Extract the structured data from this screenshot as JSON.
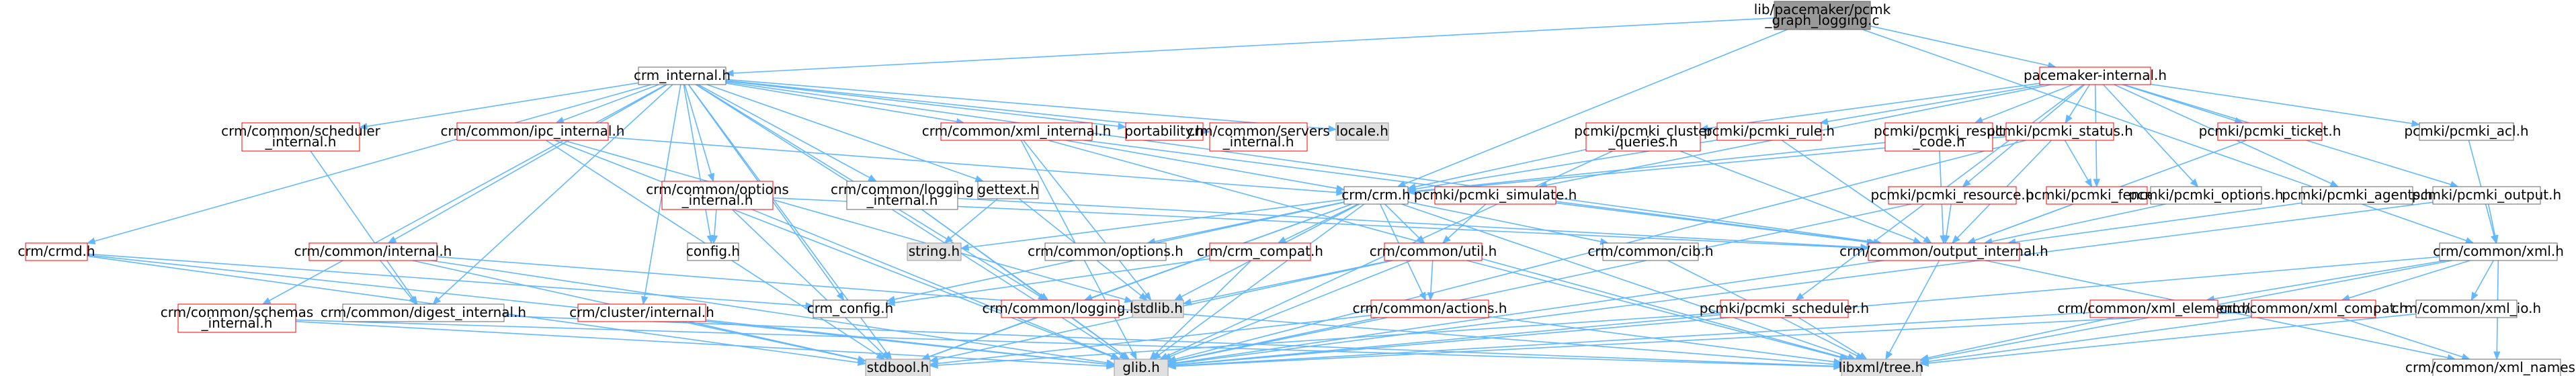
{
  "diagram": {
    "title": "lib/pacemaker/pcmk_graph_logging.c",
    "style": {
      "root_fill": "#999999",
      "root_stroke": "#666666",
      "linked_fill": "#ffffff",
      "linked_stroke": "#ff0000",
      "external_fill": "#e0e0e0",
      "external_stroke": "#999999",
      "plain_fill": "#ffffff",
      "plain_stroke": "#666666",
      "edge_color": "#63b8ff"
    },
    "nodes": [
      {
        "id": "root",
        "kind": "root",
        "lines": [
          "lib/pacemaker/pcmk",
          "_graph_logging.c"
        ]
      },
      {
        "id": "crm_internal",
        "kind": "plain",
        "lines": [
          "crm_internal.h"
        ]
      },
      {
        "id": "pacemaker_internal",
        "kind": "linked",
        "lines": [
          "pacemaker-internal.h"
        ]
      },
      {
        "id": "crm_h",
        "kind": "plain",
        "lines": [
          "crm/crm.h"
        ]
      },
      {
        "id": "common_xml",
        "kind": "plain",
        "lines": [
          "crm/common/xml.h"
        ]
      },
      {
        "id": "ipc_internal",
        "kind": "linked",
        "lines": [
          "crm/common/ipc_internal.h"
        ]
      },
      {
        "id": "scheduler_internal",
        "kind": "linked",
        "lines": [
          "crm/common/scheduler",
          "_internal.h"
        ]
      },
      {
        "id": "options_internal",
        "kind": "linked",
        "lines": [
          "crm/common/options",
          "_internal.h"
        ]
      },
      {
        "id": "logging_internal",
        "kind": "plain",
        "lines": [
          "crm/common/logging",
          "_internal.h"
        ]
      },
      {
        "id": "gettext",
        "kind": "plain",
        "lines": [
          "gettext.h"
        ]
      },
      {
        "id": "xml_internal",
        "kind": "linked",
        "lines": [
          "crm/common/xml_internal.h"
        ]
      },
      {
        "id": "portability",
        "kind": "linked",
        "lines": [
          "portability.h"
        ]
      },
      {
        "id": "servers_internal",
        "kind": "linked",
        "lines": [
          "crm/common/servers",
          "_internal.h"
        ]
      },
      {
        "id": "locale",
        "kind": "external",
        "lines": [
          "locale.h"
        ]
      },
      {
        "id": "crmd",
        "kind": "linked",
        "lines": [
          "crm/crmd.h"
        ]
      },
      {
        "id": "schemas_internal",
        "kind": "linked",
        "lines": [
          "crm/common/schemas",
          "_internal.h"
        ]
      },
      {
        "id": "common_internal",
        "kind": "linked",
        "lines": [
          "crm/common/internal.h"
        ]
      },
      {
        "id": "digest_internal",
        "kind": "plain",
        "lines": [
          "crm/common/digest_internal.h"
        ]
      },
      {
        "id": "cluster_internal",
        "kind": "linked",
        "lines": [
          "crm/cluster/internal.h"
        ]
      },
      {
        "id": "config",
        "kind": "plain",
        "lines": [
          "config.h"
        ]
      },
      {
        "id": "crm_config",
        "kind": "plain",
        "lines": [
          "crm_config.h"
        ]
      },
      {
        "id": "string",
        "kind": "external",
        "lines": [
          "string.h"
        ]
      },
      {
        "id": "common_options",
        "kind": "plain",
        "lines": [
          "crm/common/options.h"
        ]
      },
      {
        "id": "crm_compat",
        "kind": "linked",
        "lines": [
          "crm/crm_compat.h"
        ]
      },
      {
        "id": "common_util",
        "kind": "linked",
        "lines": [
          "crm/common/util.h"
        ]
      },
      {
        "id": "common_cib",
        "kind": "plain",
        "lines": [
          "crm/common/cib.h"
        ]
      },
      {
        "id": "common_logging",
        "kind": "linked",
        "lines": [
          "crm/common/logging.h"
        ]
      },
      {
        "id": "common_actions",
        "kind": "linked",
        "lines": [
          "crm/common/actions.h"
        ]
      },
      {
        "id": "stdlib",
        "kind": "external",
        "lines": [
          "stdlib.h"
        ]
      },
      {
        "id": "stdbool",
        "kind": "external",
        "lines": [
          "stdbool.h"
        ]
      },
      {
        "id": "glib",
        "kind": "external",
        "lines": [
          "glib.h"
        ]
      },
      {
        "id": "libxml_tree",
        "kind": "external",
        "lines": [
          "libxml/tree.h"
        ]
      },
      {
        "id": "pcmki_cluster_queries",
        "kind": "linked",
        "lines": [
          "pcmki/pcmki_cluster",
          "_queries.h"
        ]
      },
      {
        "id": "pcmki_rule",
        "kind": "linked",
        "lines": [
          "pcmki/pcmki_rule.h"
        ]
      },
      {
        "id": "pcmki_result_code",
        "kind": "linked",
        "lines": [
          "pcmki/pcmki_result",
          "_code.h"
        ]
      },
      {
        "id": "pcmki_status",
        "kind": "linked",
        "lines": [
          "pcmki/pcmki_status.h"
        ]
      },
      {
        "id": "pcmki_ticket",
        "kind": "linked",
        "lines": [
          "pcmki/pcmki_ticket.h"
        ]
      },
      {
        "id": "pcmki_acl",
        "kind": "plain",
        "lines": [
          "pcmki/pcmki_acl.h"
        ]
      },
      {
        "id": "pcmki_simulate",
        "kind": "linked",
        "lines": [
          "pcmki/pcmki_simulate.h"
        ]
      },
      {
        "id": "pcmki_resource",
        "kind": "linked",
        "lines": [
          "pcmki/pcmki_resource.h"
        ]
      },
      {
        "id": "pcmki_fence",
        "kind": "linked",
        "lines": [
          "pcmki/pcmki_fence.h"
        ]
      },
      {
        "id": "pcmki_options",
        "kind": "plain",
        "lines": [
          "pcmki/pcmki_options.h"
        ]
      },
      {
        "id": "pcmki_agents",
        "kind": "plain",
        "lines": [
          "pcmki/pcmki_agents.h"
        ]
      },
      {
        "id": "pcmki_output",
        "kind": "plain",
        "lines": [
          "pcmki/pcmki_output.h"
        ]
      },
      {
        "id": "output_internal",
        "kind": "linked",
        "lines": [
          "crm/common/output_internal.h"
        ]
      },
      {
        "id": "pcmki_scheduler",
        "kind": "linked",
        "lines": [
          "pcmki/pcmki_scheduler.h"
        ]
      },
      {
        "id": "xml_element",
        "kind": "linked",
        "lines": [
          "crm/common/xml_element.h"
        ]
      },
      {
        "id": "xml_compat",
        "kind": "linked",
        "lines": [
          "crm/common/xml_compat.h"
        ]
      },
      {
        "id": "xml_io",
        "kind": "plain",
        "lines": [
          "crm/common/xml_io.h"
        ]
      },
      {
        "id": "xml_names",
        "kind": "plain",
        "lines": [
          "crm/common/xml_names.h"
        ]
      }
    ],
    "edges": [
      [
        "root",
        "crm_internal"
      ],
      [
        "root",
        "pacemaker_internal"
      ],
      [
        "root",
        "crm_h"
      ],
      [
        "root",
        "common_xml"
      ],
      [
        "crm_internal",
        "ipc_internal"
      ],
      [
        "crm_internal",
        "scheduler_internal"
      ],
      [
        "crm_internal",
        "options_internal"
      ],
      [
        "crm_internal",
        "logging_internal"
      ],
      [
        "crm_internal",
        "gettext"
      ],
      [
        "crm_internal",
        "xml_internal"
      ],
      [
        "crm_internal",
        "portability"
      ],
      [
        "crm_internal",
        "servers_internal"
      ],
      [
        "crm_internal",
        "locale"
      ],
      [
        "crm_internal",
        "crmd"
      ],
      [
        "crm_internal",
        "schemas_internal"
      ],
      [
        "crm_internal",
        "common_internal"
      ],
      [
        "crm_internal",
        "digest_internal"
      ],
      [
        "crm_internal",
        "cluster_internal"
      ],
      [
        "crm_internal",
        "config"
      ],
      [
        "crm_internal",
        "crm_config"
      ],
      [
        "crm_internal",
        "stdbool"
      ],
      [
        "crm_internal",
        "glib"
      ],
      [
        "crm_internal",
        "output_internal"
      ],
      [
        "crm_internal",
        "common_logging"
      ],
      [
        "ipc_internal",
        "crm_h"
      ],
      [
        "ipc_internal",
        "stdlib"
      ],
      [
        "ipc_internal",
        "stdbool"
      ],
      [
        "ipc_internal",
        "glib"
      ],
      [
        "scheduler_internal",
        "digest_internal"
      ],
      [
        "options_internal",
        "config"
      ],
      [
        "options_internal",
        "stdbool"
      ],
      [
        "options_internal",
        "glib"
      ],
      [
        "options_internal",
        "output_internal"
      ],
      [
        "logging_internal",
        "glib"
      ],
      [
        "logging_internal",
        "common_logging"
      ],
      [
        "logging_internal",
        "output_internal"
      ],
      [
        "gettext",
        "string"
      ],
      [
        "gettext",
        "stdlib"
      ],
      [
        "xml_internal",
        "crm_h"
      ],
      [
        "xml_internal",
        "stdlib"
      ],
      [
        "xml_internal",
        "glib"
      ],
      [
        "xml_internal",
        "libxml_tree"
      ],
      [
        "xml_internal",
        "output_internal"
      ],
      [
        "crmd",
        "crm_config"
      ],
      [
        "crmd",
        "stdbool"
      ],
      [
        "crmd",
        "glib"
      ],
      [
        "schemas_internal",
        "glib"
      ],
      [
        "schemas_internal",
        "libxml_tree"
      ],
      [
        "common_internal",
        "digest_internal"
      ],
      [
        "common_internal",
        "stdbool"
      ],
      [
        "common_internal",
        "glib"
      ],
      [
        "common_internal",
        "libxml_tree"
      ],
      [
        "digest_internal",
        "libxml_tree"
      ],
      [
        "cluster_internal",
        "glib"
      ],
      [
        "cluster_internal",
        "stdbool"
      ],
      [
        "crm_h",
        "string"
      ],
      [
        "crm_h",
        "common_options"
      ],
      [
        "crm_h",
        "crm_compat"
      ],
      [
        "crm_h",
        "common_util"
      ],
      [
        "crm_h",
        "common_cib"
      ],
      [
        "crm_h",
        "common_logging"
      ],
      [
        "crm_h",
        "crm_config"
      ],
      [
        "crm_h",
        "stdlib"
      ],
      [
        "crm_h",
        "stdbool"
      ],
      [
        "crm_h",
        "glib"
      ],
      [
        "crm_h",
        "libxml_tree"
      ],
      [
        "crm_h",
        "common_actions"
      ],
      [
        "crm_compat",
        "glib"
      ],
      [
        "crm_compat",
        "crm_config"
      ],
      [
        "common_util",
        "common_actions"
      ],
      [
        "common_util",
        "stdlib"
      ],
      [
        "common_util",
        "stdbool"
      ],
      [
        "common_util",
        "glib"
      ],
      [
        "common_util",
        "libxml_tree"
      ],
      [
        "common_cib",
        "libxml_tree"
      ],
      [
        "common_logging",
        "glib"
      ],
      [
        "common_logging",
        "stdbool"
      ],
      [
        "common_actions",
        "glib"
      ],
      [
        "common_actions",
        "stdbool"
      ],
      [
        "common_actions",
        "libxml_tree"
      ],
      [
        "pacemaker_internal",
        "pcmki_cluster_queries"
      ],
      [
        "pacemaker_internal",
        "pcmki_rule"
      ],
      [
        "pacemaker_internal",
        "pcmki_result_code"
      ],
      [
        "pacemaker_internal",
        "pcmki_status"
      ],
      [
        "pacemaker_internal",
        "pcmki_ticket"
      ],
      [
        "pacemaker_internal",
        "pcmki_acl"
      ],
      [
        "pacemaker_internal",
        "pcmki_simulate"
      ],
      [
        "pacemaker_internal",
        "pcmki_resource"
      ],
      [
        "pacemaker_internal",
        "pcmki_fence"
      ],
      [
        "pacemaker_internal",
        "pcmki_options"
      ],
      [
        "pacemaker_internal",
        "pcmki_agents"
      ],
      [
        "pacemaker_internal",
        "pcmki_output"
      ],
      [
        "pacemaker_internal",
        "pcmki_scheduler"
      ],
      [
        "pcmki_cluster_queries",
        "crm_h"
      ],
      [
        "pcmki_cluster_queries",
        "glib"
      ],
      [
        "pcmki_cluster_queries",
        "output_internal"
      ],
      [
        "pcmki_rule",
        "crm_h"
      ],
      [
        "pcmki_rule",
        "output_internal"
      ],
      [
        "pcmki_result_code",
        "crm_h"
      ],
      [
        "pcmki_result_code",
        "output_internal"
      ],
      [
        "pcmki_status",
        "crm_h"
      ],
      [
        "pcmki_status",
        "glib"
      ],
      [
        "pcmki_status",
        "pcmki_fence"
      ],
      [
        "pcmki_status",
        "output_internal"
      ],
      [
        "pcmki_ticket",
        "output_internal"
      ],
      [
        "pcmki_acl",
        "common_xml"
      ],
      [
        "pcmki_simulate",
        "common_util"
      ],
      [
        "pcmki_simulate",
        "output_internal"
      ],
      [
        "pcmki_resource",
        "glib"
      ],
      [
        "pcmki_resource",
        "output_internal"
      ],
      [
        "pcmki_fence",
        "output_internal"
      ],
      [
        "pcmki_options",
        "output_internal"
      ],
      [
        "pcmki_agents",
        "output_internal"
      ],
      [
        "pcmki_output",
        "glib"
      ],
      [
        "pcmki_output",
        "common_xml"
      ],
      [
        "pcmki_scheduler",
        "glib"
      ],
      [
        "pcmki_scheduler",
        "stdbool"
      ],
      [
        "pcmki_scheduler",
        "libxml_tree"
      ],
      [
        "output_internal",
        "glib"
      ],
      [
        "output_internal",
        "libxml_tree"
      ],
      [
        "output_internal",
        "xml_names"
      ],
      [
        "common_xml",
        "xml_element"
      ],
      [
        "common_xml",
        "xml_compat"
      ],
      [
        "common_xml",
        "xml_io"
      ],
      [
        "common_xml",
        "xml_names"
      ],
      [
        "common_xml",
        "glib"
      ],
      [
        "common_xml",
        "libxml_tree"
      ],
      [
        "xml_element",
        "glib"
      ],
      [
        "xml_element",
        "libxml_tree"
      ],
      [
        "xml_compat",
        "glib"
      ],
      [
        "xml_compat",
        "libxml_tree"
      ],
      [
        "xml_compat",
        "xml_names"
      ],
      [
        "xml_io",
        "libxml_tree"
      ]
    ]
  }
}
